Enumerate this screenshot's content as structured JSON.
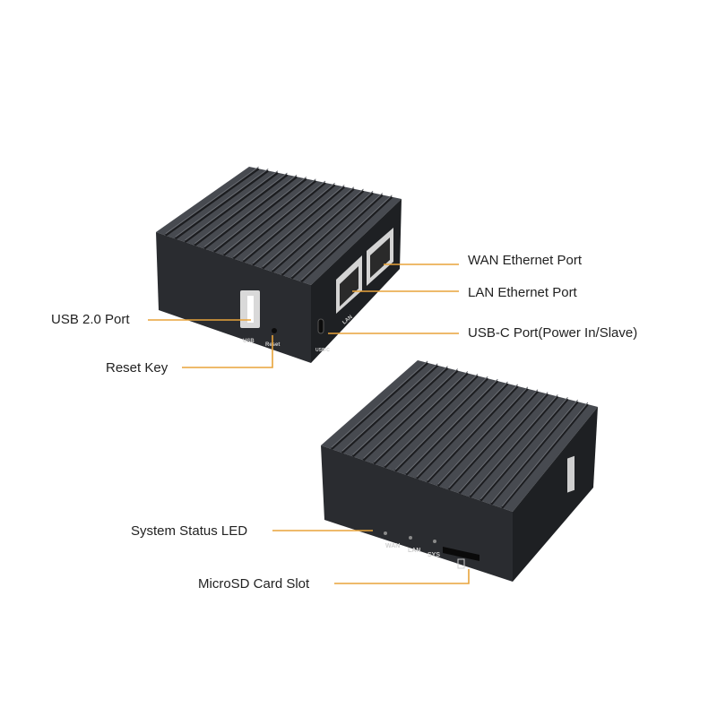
{
  "colors": {
    "leader": "#e8a33a",
    "case_top": "#4a4d53",
    "case_front": "#2b2d31",
    "case_side": "#1f2124",
    "label_text": "#222222"
  },
  "callouts": {
    "wan_port": "WAN Ethernet Port",
    "lan_port": "LAN Ethernet Port",
    "usb_c": "USB-C Port(Power In/Slave)",
    "usb2": "USB 2.0 Port",
    "reset": "Reset Key",
    "status_led": "System Status LED",
    "microsd": "MicroSD Card Slot"
  },
  "silkscreen": {
    "usb": "USB",
    "reset": "Reset",
    "lan": "LAN",
    "usbc": "USB-C",
    "wan": "WAN",
    "lan2": "LAN",
    "sys": "SYS"
  }
}
